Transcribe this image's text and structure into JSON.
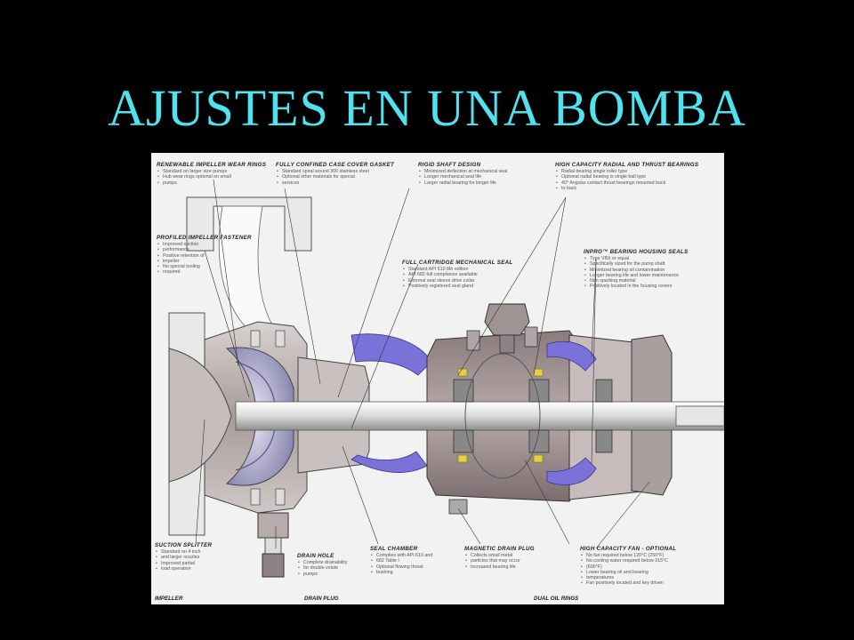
{
  "slide": {
    "title": "AJUSTES EN UNA BOMBA"
  },
  "callouts": [
    {
      "id": "wear-rings",
      "title": "Renewable Impeller Wear Rings",
      "items": [
        "Standard on larger size pumps",
        "Hub wear rings optional on small",
        "pumps"
      ]
    },
    {
      "id": "case-cover-gasket",
      "title": "Fully Confined Case Cover Gasket",
      "items": [
        "Standard spiral wound 300 stainless steel",
        "Optional other materials for special",
        "services"
      ]
    },
    {
      "id": "rigid-shaft",
      "title": "Rigid Shaft Design",
      "items": [
        "Minimized deflection at mechanical seal",
        "Longer mechanical seal life",
        "Larger radial bearing for longer life"
      ]
    },
    {
      "id": "bearings",
      "title": "High Capacity Radial and Thrust Bearings",
      "items": [
        "Radial bearing single roller type",
        "Optional radial bearing is single ball type",
        "40° Angular contact thrust bearings mounted back",
        "to back"
      ]
    },
    {
      "id": "impeller-fastener",
      "title": "Profiled Impeller Fastener",
      "items": [
        "Improved suction",
        "performance",
        "Positive retention of",
        "impeller",
        "No special tooling",
        "required"
      ]
    },
    {
      "id": "mechanical-seal",
      "title": "Full Cartridge Mechanical Seal",
      "items": [
        "Standard API 610 8th edition",
        "API 682 full compliance available",
        "External seal sleeve drive collar",
        "Positively registered seal gland"
      ]
    },
    {
      "id": "housing-seals",
      "title": "INPRO™ Bearing Housing Seals",
      "items": [
        "Type VBX or equal",
        "Specifically sized for the pump shaft",
        "Minimized bearing oil contamination",
        "Longer bearing life and lower maintenance",
        "Non sparking material",
        "Positively located in the housing covers"
      ]
    },
    {
      "id": "suction-splitter",
      "title": "Suction Splitter",
      "items": [
        "Standard on 4 inch",
        "and larger nozzles",
        "Improved partial",
        "load operation"
      ]
    },
    {
      "id": "drain-hole",
      "title": "Drain Hole",
      "items": [
        "Complete drainability",
        "for double volute",
        "pumps"
      ]
    },
    {
      "id": "seal-chamber",
      "title": "Seal Chamber",
      "items": [
        "Complies with API 610 and",
        "682 Table I",
        "Optional flowing throat",
        "bushing"
      ]
    },
    {
      "id": "magnetic-drain",
      "title": "Magnetic Drain Plug",
      "items": [
        "Collects small metal",
        "particles that may occur",
        "Increased bearing life"
      ]
    },
    {
      "id": "fan",
      "title": "High Capacity Fan - Optional",
      "items": [
        "No fan required below 120°C (250°F)",
        "No cooling water required below 315°C",
        "(600°F)",
        "Lower bearing oil and bearing",
        "temperatures",
        "Fan positively located and key driven"
      ]
    }
  ],
  "tags": {
    "impeller": "Impeller",
    "drain_plug": "Drain Plug",
    "oil_rings": "Dual Oil Rings"
  },
  "colors": {
    "title": "#4fe3f0",
    "seal_blue": "#7a72d8",
    "casing": "#b9b0ae",
    "dark_steel": "#6b5f60"
  }
}
